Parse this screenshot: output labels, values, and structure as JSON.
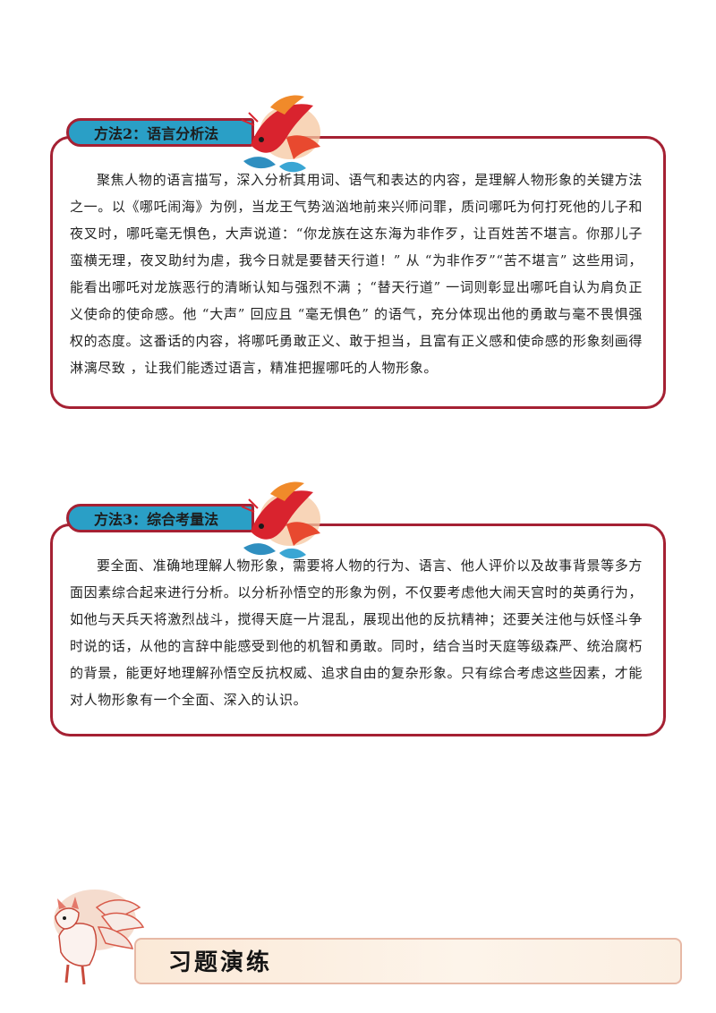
{
  "sections": [
    {
      "tab_label": "方法2：语言分析法",
      "paragraph": "聚焦人物的语言描写，深入分析其用词、语气和表达的内容，是理解人物形象的关键方法之一。以《哪吒闹海》为例，当龙王气势汹汹地前来兴师问罪，质问哪吒为何打死他的儿子和夜叉时，哪吒毫无惧色，大声说道：“你龙族在这东海为非作歹，让百姓苦不堪言。你那儿子蛮横无理，夜叉助纣为虐，我今日就是要替天行道！” 从 “为非作歹”“苦不堪言” 这些用词，能看出哪吒对龙族恶行的清晰认知与强烈不满 ；“替天行道” 一词则彰显出哪吒自认为肩负正义使命的使命感。他 “大声” 回应且 “毫无惧色” 的语气，充分体现出他的勇敢与毫不畏惧强权的态度。这番话的内容，将哪吒勇敢正义、敢于担当，且富有正义感和使命感的形象刻画得淋漓尽致 ，让我们能透过语言，精准把握哪吒的人物形象。"
    },
    {
      "tab_label": "方法3：综合考量法",
      "paragraph": "要全面、准确地理解人物形象，需要将人物的行为、语言、他人评价以及故事背景等多方面因素综合起来进行分析。以分析孙悟空的形象为例，不仅要考虑他大闹天宫时的英勇行为，如他与天兵天将激烈战斗，搅得天庭一片混乱，展现出他的反抗精神；还要关注他与妖怪斗争时说的话，从他的言辞中能感受到他的机智和勇敢。同时，结合当时天庭等级森严、统治腐朽的背景，能更好地理解孙悟空反抗权威、追求自由的复杂形象。只有综合考虑这些因素，才能对人物形象有一个全面、深入的认识。"
    }
  ],
  "exercise": {
    "title": "习题演练"
  },
  "colors": {
    "border": "#a52133",
    "tab_fill": "#2a9fc6",
    "exercise_bar": "#fbe9d7"
  },
  "icons": [
    "dragon-fish-illustration",
    "nine-tailed-fox-illustration"
  ]
}
